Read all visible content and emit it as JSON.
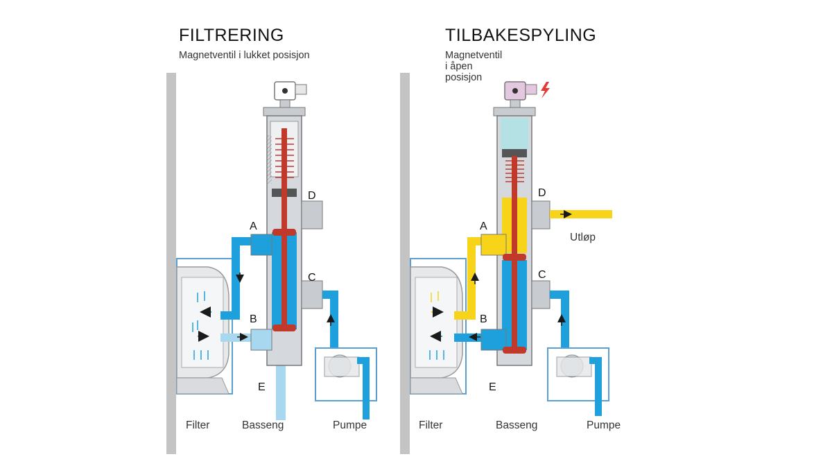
{
  "panels": [
    {
      "title": "FILTRERING",
      "subtitle": "Magnetventil i lukket posisjon",
      "ports": {
        "a": "A",
        "b": "B",
        "c": "C",
        "d": "D",
        "e": "E"
      },
      "captions": {
        "filter": "Filter",
        "basseng": "Basseng",
        "pumpe": "Pumpe"
      }
    },
    {
      "title": "TILBAKESPYLING",
      "subtitle": "Magnetventil i åpen posisjon",
      "ports": {
        "a": "A",
        "b": "B",
        "c": "C",
        "d": "D",
        "e": "E"
      },
      "captions": {
        "filter": "Filter",
        "basseng": "Basseng",
        "pumpe": "Pumpe",
        "utlop": "Utløp"
      }
    }
  ],
  "colors": {
    "water_blue": "#1ea0dc",
    "light_blue": "#a8d8f0",
    "yellow": "#f7d31a",
    "rod_red": "#c0392b",
    "valve_grey": "#c8ccd0",
    "wall_grey": "#c4c4c4",
    "frame_blue": "#5a9fd4",
    "solenoid_pink": "#e4c8e0",
    "lightning_red": "#e53935"
  }
}
